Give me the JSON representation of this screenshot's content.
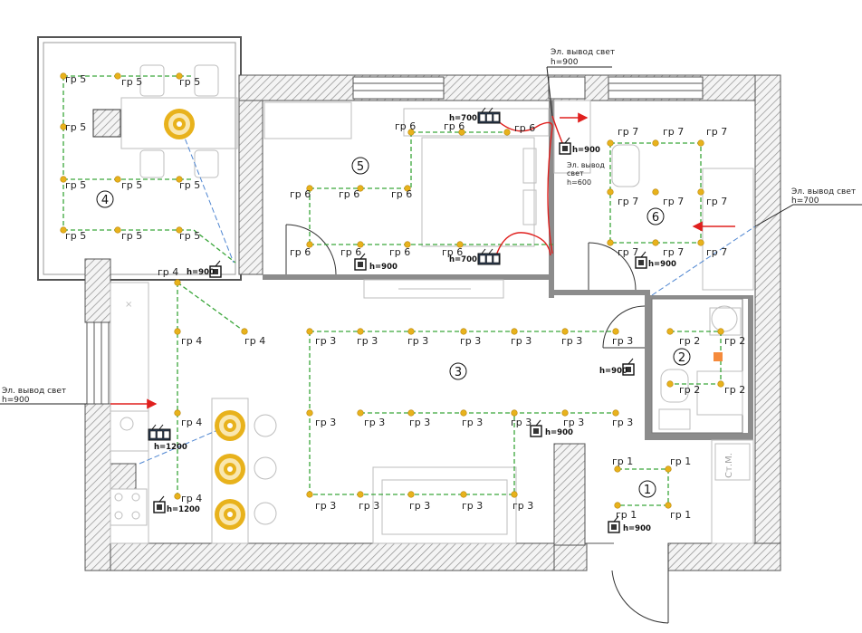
{
  "room_numbers": [
    "1",
    "2",
    "3",
    "4",
    "5",
    "6"
  ],
  "groups": {
    "g1": "гр 1",
    "g2": "гр 2",
    "g3": "гр 3",
    "g4": "гр 4",
    "g5": "гр 5",
    "g6": "гр 6",
    "g7": "гр 7"
  },
  "switch_heights": {
    "h900": "h=900",
    "h700": "h=700",
    "h1200": "h=1200"
  },
  "notes": {
    "left_title": "Эл. вывод свет",
    "left_h": "h=900",
    "top_title": "Эл. вывод свет",
    "top_h": "h=900",
    "right_title": "Эл. вывод свет",
    "right_h": "h=700",
    "bed_line1": "Эл. вывод",
    "bed_line2": "свет",
    "bed_h": "h=600"
  },
  "appliance": "Ст.М.",
  "colors": {
    "wall": "#8c8c8c",
    "dot": "#e8b21c",
    "group_line": "#3aa63a",
    "wire": "#e0201e",
    "link": "#4f86d1"
  }
}
